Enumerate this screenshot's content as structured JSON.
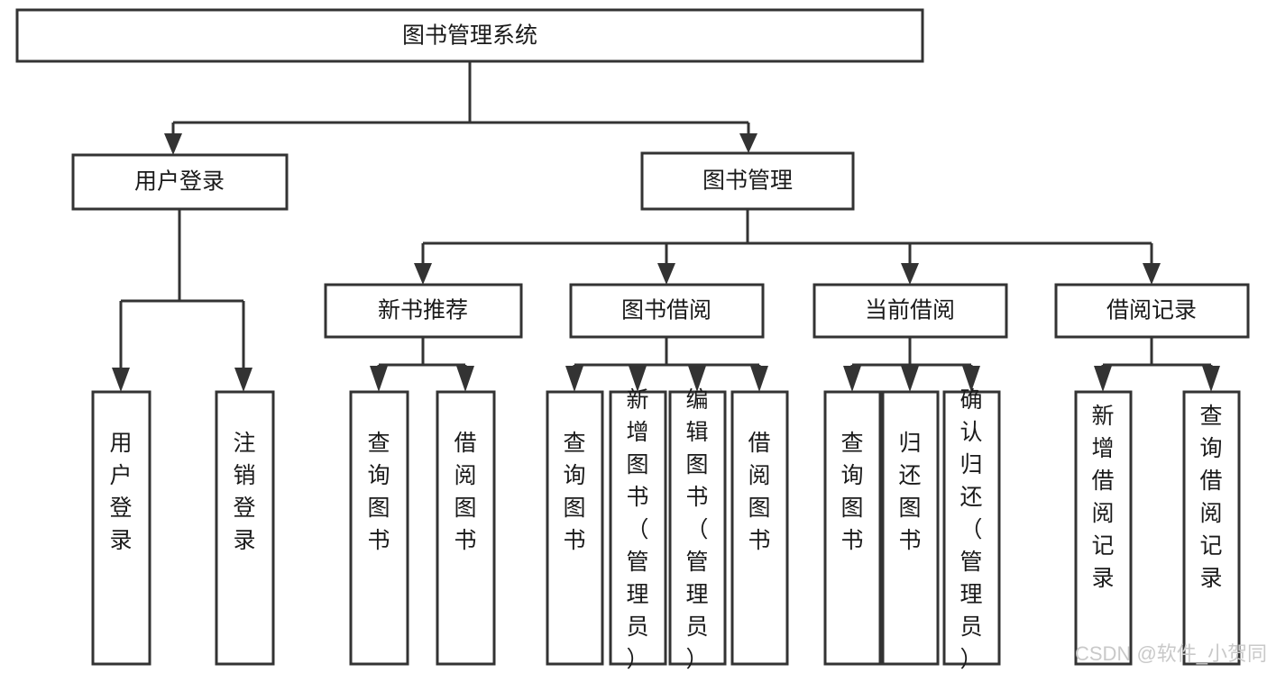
{
  "diagram": {
    "type": "tree-hierarchy-chart",
    "title": "图书管理系统",
    "background_color": "#ffffff",
    "box_stroke_color": "#333333",
    "box_fill_color": "#ffffff",
    "text_color": "#1a1a1a",
    "connector_color": "#333333"
  },
  "nodes": {
    "root": {
      "label": "图书管理系统"
    },
    "level2": [
      {
        "label": "用户登录"
      },
      {
        "label": "图书管理"
      }
    ],
    "level3": [
      {
        "label": "新书推荐"
      },
      {
        "label": "图书借阅"
      },
      {
        "label": "当前借阅"
      },
      {
        "label": "借阅记录"
      }
    ],
    "leaves_user_login": [
      {
        "label": "用户登录"
      },
      {
        "label": "注销登录"
      }
    ],
    "leaves_new_book": [
      {
        "label": "查询图书"
      },
      {
        "label": "借阅图书"
      }
    ],
    "leaves_borrow": [
      {
        "label": "查询图书"
      },
      {
        "label": "新增图书（管理员）"
      },
      {
        "label": "编辑图书（管理员）"
      },
      {
        "label": "借阅图书"
      }
    ],
    "leaves_current": [
      {
        "label": "查询图书"
      },
      {
        "label": "归还图书"
      },
      {
        "label": "确认归还（管理员）"
      }
    ],
    "leaves_records": [
      {
        "label": "新增借阅记录"
      },
      {
        "label": "查询借阅记录"
      }
    ]
  },
  "watermark": {
    "text": "CSDN @软件_小贺同学",
    "color": "#c9c9c9"
  }
}
